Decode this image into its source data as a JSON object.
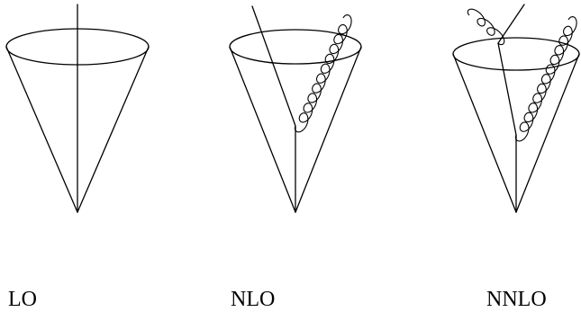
{
  "panels": [
    {
      "id": "lo",
      "label": "LO"
    },
    {
      "id": "nlo",
      "label": "NLO"
    },
    {
      "id": "nnlo",
      "label": "NNLO"
    }
  ]
}
